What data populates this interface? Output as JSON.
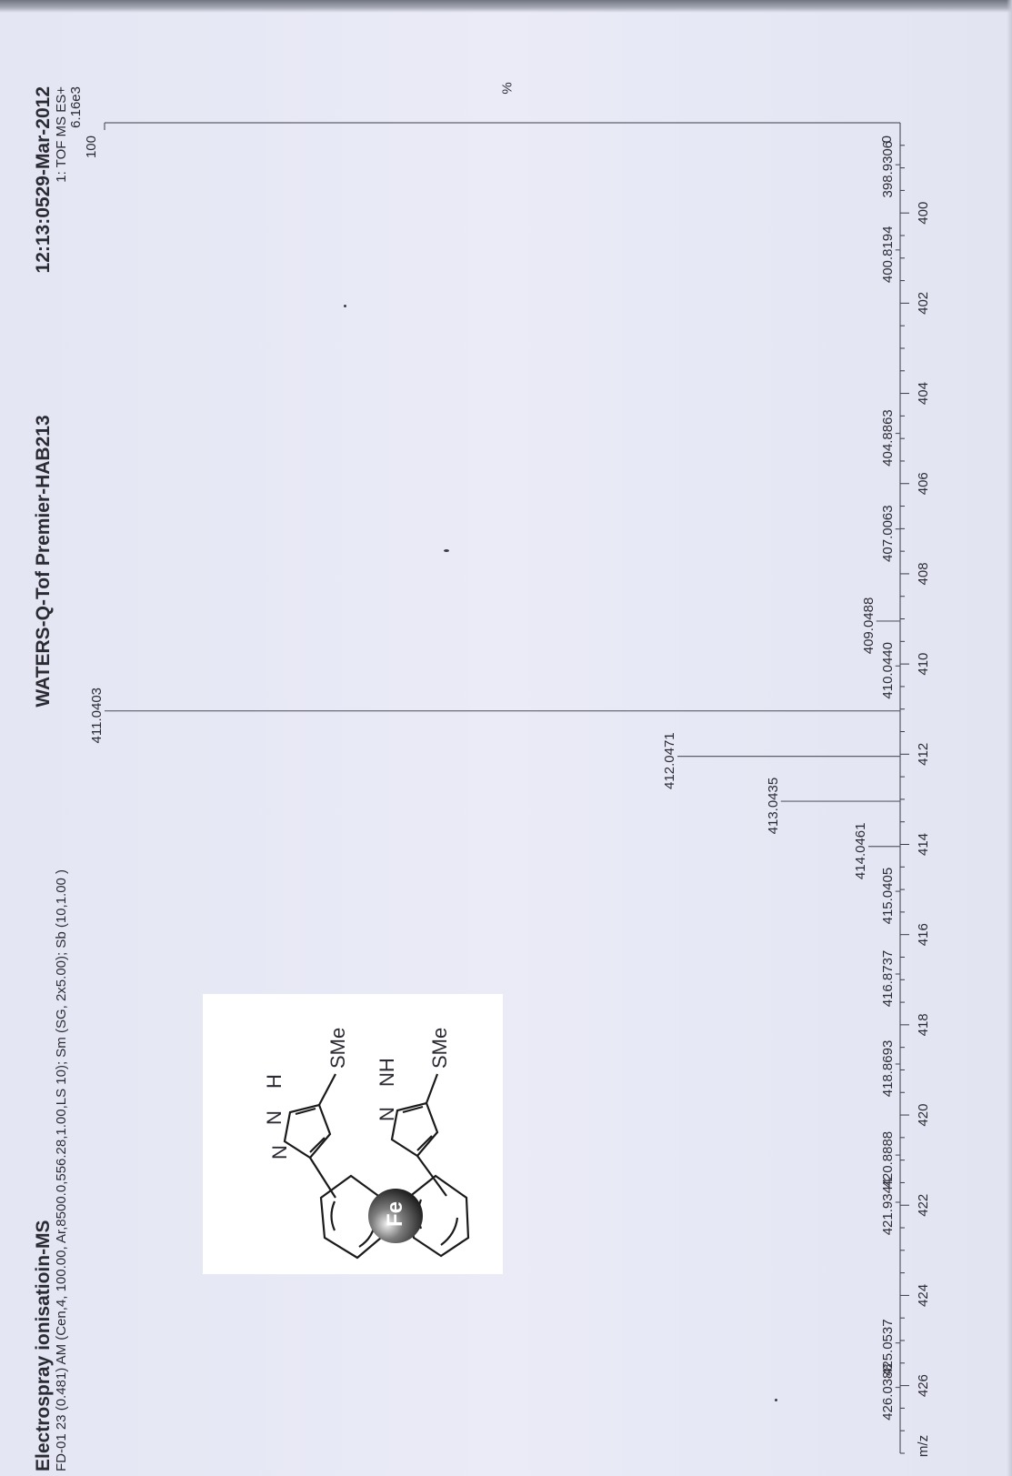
{
  "header": {
    "title_left": "Electrospray ionisatioin-MS",
    "title_center": "WATERS-Q-Tof Premier-HAB213",
    "title_right": "12:13:0529-Mar-2012",
    "method_line": "FD-01 23 (0.481) AM (Cen,4, 100.00, Ar,8500.0,556.28,1.00,LS 10); Sm (SG, 2x5.00); Sb (10,1.00 )",
    "mode_line": "1: TOF MS ES+",
    "intensity_line": "6.16e3"
  },
  "structure": {
    "labels": [
      "Fe",
      "N",
      "N",
      "H",
      "SMe",
      "N",
      "NH",
      "SMe"
    ]
  },
  "chart_data": {
    "type": "bar",
    "title": "",
    "xlabel": "m/z",
    "ylabel": "%",
    "xlim": [
      398,
      427.5
    ],
    "ylim": [
      0,
      100
    ],
    "x_ticks": [
      400,
      402,
      404,
      406,
      408,
      410,
      412,
      414,
      416,
      418,
      420,
      422,
      424,
      426
    ],
    "y_ticks": [
      0,
      100
    ],
    "peaks": [
      {
        "mz": 398.9306,
        "intensity": 0.6,
        "label": "398.9306"
      },
      {
        "mz": 400.8194,
        "intensity": 0.6,
        "label": "400.8194"
      },
      {
        "mz": 404.8863,
        "intensity": 0.6,
        "label": "404.8863"
      },
      {
        "mz": 407.0063,
        "intensity": 0.6,
        "label": "407.0063"
      },
      {
        "mz": 409.0488,
        "intensity": 3.0,
        "label": "409.0488"
      },
      {
        "mz": 410.044,
        "intensity": 0.6,
        "label": "410.0440"
      },
      {
        "mz": 411.0403,
        "intensity": 100,
        "label": "411.0403"
      },
      {
        "mz": 412.0471,
        "intensity": 28,
        "label": "412.0471"
      },
      {
        "mz": 413.0435,
        "intensity": 15,
        "label": "413.0435"
      },
      {
        "mz": 414.0461,
        "intensity": 4,
        "label": "414.0461"
      },
      {
        "mz": 415.0405,
        "intensity": 0.6,
        "label": "415.0405"
      },
      {
        "mz": 416.8737,
        "intensity": 0.6,
        "label": "416.8737"
      },
      {
        "mz": 418.8693,
        "intensity": 0.6,
        "label": "418.8693"
      },
      {
        "mz": 420.8888,
        "intensity": 0.6,
        "label": "420.8888"
      },
      {
        "mz": 421.9344,
        "intensity": 0.6,
        "label": "421.9344"
      },
      {
        "mz": 425.0537,
        "intensity": 0.6,
        "label": "425.0537"
      },
      {
        "mz": 426.0388,
        "intensity": 0.6,
        "label": "426.0388"
      }
    ]
  }
}
